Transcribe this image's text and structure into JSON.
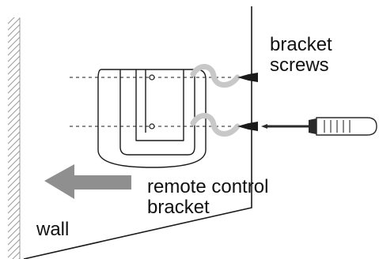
{
  "labels": {
    "bracket_screws": [
      "bracket",
      "screws"
    ],
    "remote_control_bracket": [
      "remote control",
      "bracket"
    ],
    "wall": "wall"
  },
  "colors": {
    "line": "#1a1a1a",
    "wall_hatch": "#9a9a9a",
    "arrow": "#8f8f8f",
    "curl": "#c8c8c8",
    "screwdriver": "#2a2a2a"
  },
  "icons": {
    "arrow": "arrow-left",
    "tool": "screwdriver",
    "fastener": "screw"
  }
}
